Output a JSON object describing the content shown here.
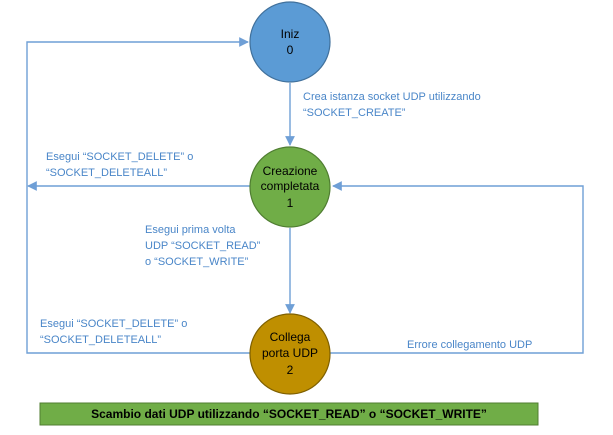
{
  "nodes": {
    "init": {
      "line1": "Iniz",
      "line2": "0",
      "color": "#5b9bd5",
      "border": "#41719c"
    },
    "created": {
      "line1": "Creazione",
      "line2": "completata",
      "line3": "1",
      "color": "#70ad47",
      "border": "#507e32"
    },
    "bound": {
      "line1": "Collega",
      "line2": "porta UDP",
      "line3": "2",
      "color": "#bf8f00",
      "border": "#7f6000"
    }
  },
  "edges": {
    "create": {
      "line1": "Crea istanza socket UDP utilizzando",
      "line2": "“SOCKET_CREATE”"
    },
    "delete_top": {
      "line1": "Esegui “SOCKET_DELETE” o",
      "line2": "“SOCKET_DELETEALL”"
    },
    "first_rw": {
      "line1": "Esegui prima volta",
      "line2": "UDP “SOCKET_READ”",
      "line3": "o “SOCKET_WRITE”"
    },
    "delete_bottom": {
      "line1": "Esegui “SOCKET_DELETE” o",
      "line2": "“SOCKET_DELETEALL”"
    },
    "bind_error": {
      "line1": "Errore collegamento UDP"
    }
  },
  "footer": {
    "text": "Scambio dati UDP utilizzando “SOCKET_READ” o “SOCKET_WRITE”",
    "color": "#70ad47",
    "border": "#507e32"
  },
  "colors": {
    "line": "#6f9fd6",
    "edge_text": "#4a86c8"
  }
}
